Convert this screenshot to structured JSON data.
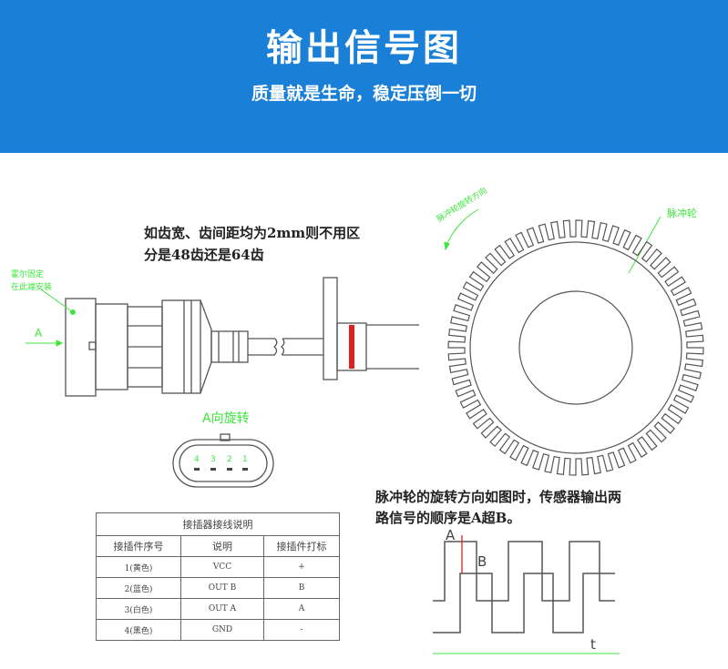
{
  "header": {
    "title": "输出信号图",
    "subtitle": "质量就是生命，稳定压倒一切"
  },
  "note": {
    "line1": "如齿宽、齿间距均为2mm则不用区",
    "line2": "分是48齿还是64齿"
  },
  "labels": {
    "mount_line1": "霍尔固定",
    "mount_line2": "在此端安装",
    "arrow_a": "A",
    "rotate_a": "A向旋转",
    "wheel_dir": "脉冲轮旋转方向",
    "wheel": "脉冲轮",
    "pins": [
      "4",
      "3",
      "2",
      "1"
    ]
  },
  "signal_note": {
    "line1": "脉冲轮的旋转方向如图时，传感器输出两",
    "line2": "路信号的顺序是A超B。"
  },
  "waveform": {
    "label_a": "A",
    "label_b": "B",
    "axis": "t"
  },
  "table": {
    "title": "接插器接线说明",
    "headers": [
      "接插件序号",
      "说明",
      "接插件打标"
    ],
    "rows": [
      [
        "1(黄色)",
        "VCC",
        "+"
      ],
      [
        "2(蓝色)",
        "OUT B",
        "B"
      ],
      [
        "3(白色)",
        "OUT A",
        "A"
      ],
      [
        "4(黑色)",
        "GND",
        "-"
      ]
    ]
  },
  "colors": {
    "header": "#1a7fd6",
    "annotation": "#3ce63c",
    "marker": "#e02020"
  }
}
